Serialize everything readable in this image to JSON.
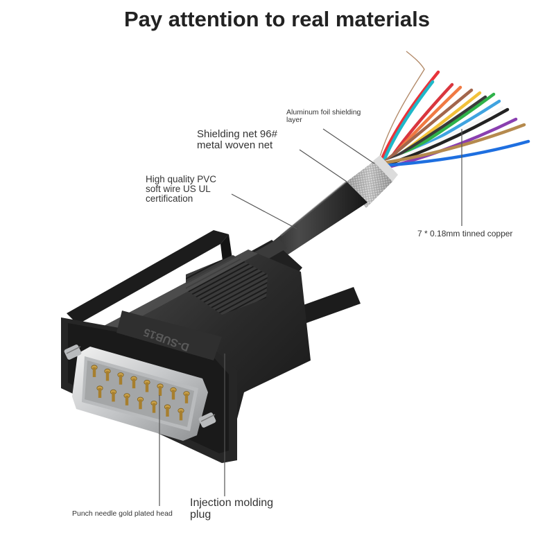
{
  "title": "Pay attention to real materials",
  "callouts": {
    "foil": "Aluminum foil shielding\nlayer",
    "net": "Shielding net 96#\nmetal woven net",
    "pvc": "High quality PVC\nsoft wire US UL\ncertification",
    "copper": "7 * 0.18mm tinned copper",
    "pin": "Punch needle gold plated head",
    "plug": "Injection molding\nplug"
  },
  "connector_marking": "D-SUB15",
  "wire_colors": [
    "#e8333a",
    "#1fb8c9",
    "#d9363e",
    "#f07a43",
    "#a2664c",
    "#f2c13a",
    "#3b3b3b",
    "#2fb24a",
    "#3fa3e0",
    "#f7f7f7",
    "#222222",
    "#8a3fb0",
    "#b58a4e",
    "#1e6fe0"
  ],
  "colors": {
    "body": "#2b2b2b",
    "metal_shell": "#cfd1d3",
    "pins": "#c9a14a",
    "leader_line": "#555555"
  }
}
